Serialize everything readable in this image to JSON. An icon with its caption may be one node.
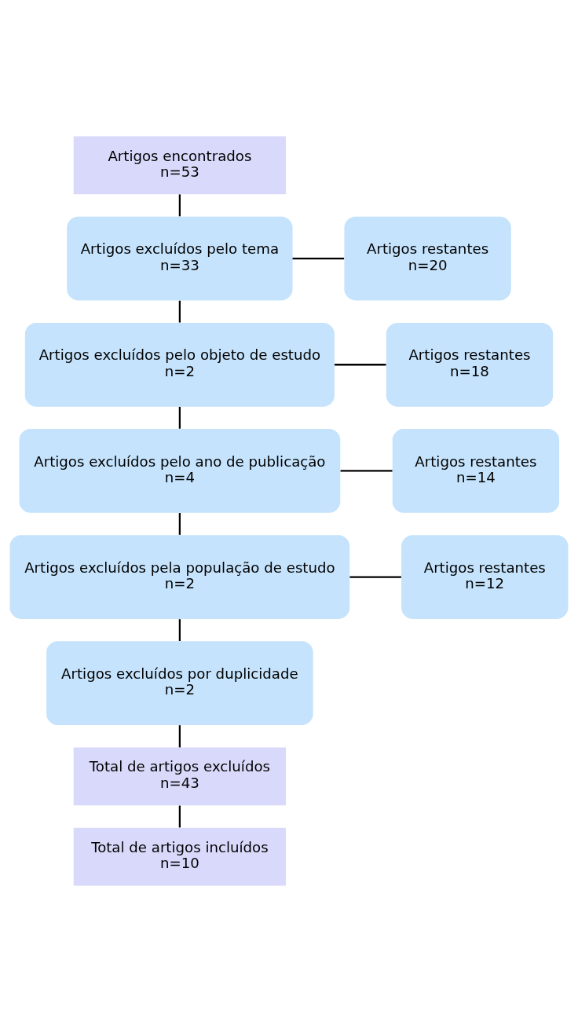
{
  "diagram": {
    "nodes": [
      {
        "text": [
          "Artigos encontrados",
          "n=53"
        ]
      },
      {
        "text": [
          "Artigos excluídos pelo tema",
          "n=33"
        ]
      },
      {
        "text": [
          "Artigos restantes",
          "n=20"
        ]
      },
      {
        "text": [
          "Artigos excluídos pelo objeto de estudo",
          "n=2"
        ]
      },
      {
        "text": [
          "Artigos restantes",
          "n=18"
        ]
      },
      {
        "text": [
          "Artigos excluídos pelo ano de publicação",
          "n=4"
        ]
      },
      {
        "text": [
          "Artigos restantes",
          "n=14"
        ]
      },
      {
        "text": [
          "Artigos excluídos pela população de estudo",
          "n=2"
        ]
      },
      {
        "text": [
          "Artigos restantes",
          "n=12"
        ]
      },
      {
        "text": [
          "Artigos excluídos por duplicidade",
          "n=2"
        ]
      },
      {
        "text": [
          "Total de artigos excluídos",
          "n=43"
        ]
      },
      {
        "text": [
          "Total de artigos incluídos",
          "n=10"
        ]
      }
    ],
    "edges": [
      {
        "from": 0,
        "to": 1,
        "arrow": "none"
      },
      {
        "from": 1,
        "to": 2,
        "arrow": "none"
      },
      {
        "from": 1,
        "to": 3,
        "arrow": "none"
      },
      {
        "from": 3,
        "to": 4,
        "arrow": "none"
      },
      {
        "from": 3,
        "to": 5,
        "arrow": "none"
      },
      {
        "from": 5,
        "to": 6,
        "arrow": "none"
      },
      {
        "from": 5,
        "to": 7,
        "arrow": "none"
      },
      {
        "from": 7,
        "to": 8,
        "arrow": "none"
      },
      {
        "from": 7,
        "to": 9,
        "arrow": "none"
      },
      {
        "from": 9,
        "to": 10,
        "arrow": "none"
      },
      {
        "from": 10,
        "to": 11,
        "arrow": "none"
      }
    ]
  }
}
